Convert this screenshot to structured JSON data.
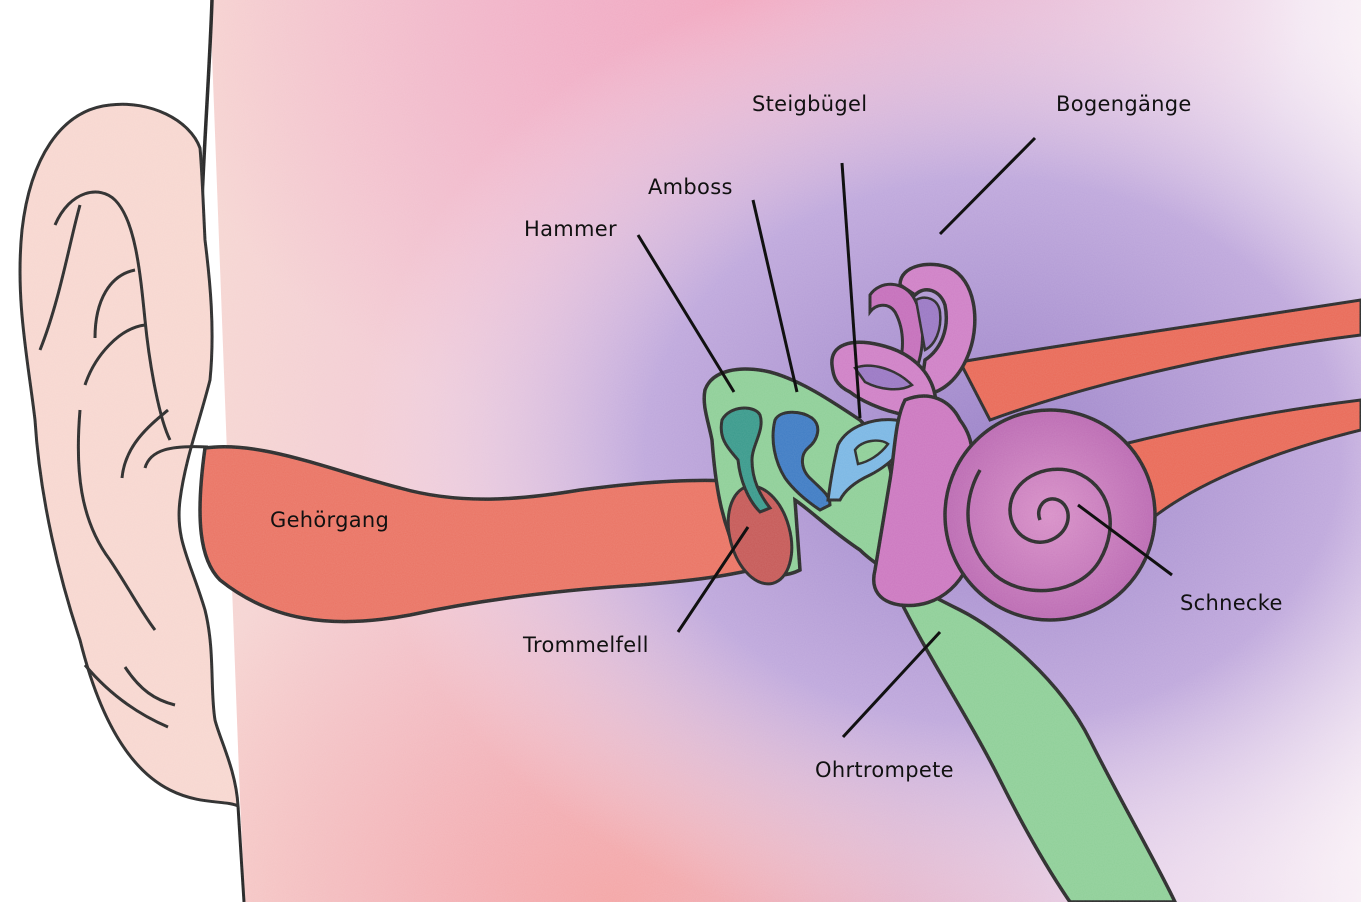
{
  "title": "Anatomie des Ohres",
  "labels": {
    "steigbuegel": "Steigbügel",
    "bogengaenge": "Bogengänge",
    "amboss": "Amboss",
    "hammer": "Hammer",
    "gehoergang": "Gehörgang",
    "trommelfell": "Trommelfell",
    "schnecke": "Schnecke",
    "ohrtrompete": "Ohrtrompete"
  },
  "colors": {
    "skin": "#f6d3cc",
    "canal": "#e8685a",
    "middle_ear": "#8fcf98",
    "hammer": "#3a9a8c",
    "amboss": "#3f7cc4",
    "steigbuegel": "#7bb7e4",
    "inner_ear": "#cc78c0",
    "nerve": "#e86a55",
    "background_purple": "#a68ed0",
    "background_pink": "#eeb6cc",
    "outline": "#222222"
  }
}
